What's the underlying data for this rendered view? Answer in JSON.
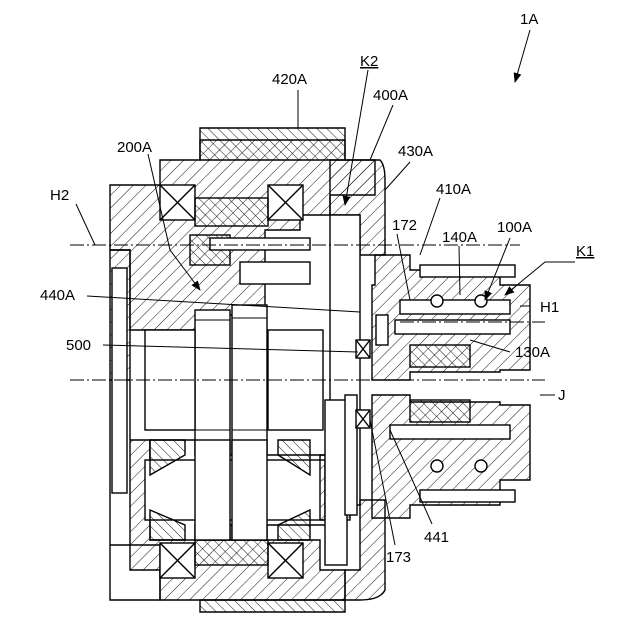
{
  "labels": {
    "device": "1A",
    "k2": "K2",
    "l420A": "420A",
    "l400A": "400A",
    "l200A": "200A",
    "l430A": "430A",
    "h2": "H2",
    "l410A": "410A",
    "l172": "172",
    "l140A": "140A",
    "l100A": "100A",
    "k1": "K1",
    "l440A": "440A",
    "h1": "H1",
    "l500": "500",
    "l130A": "130A",
    "j": "J",
    "l441": "441",
    "l173": "173"
  }
}
